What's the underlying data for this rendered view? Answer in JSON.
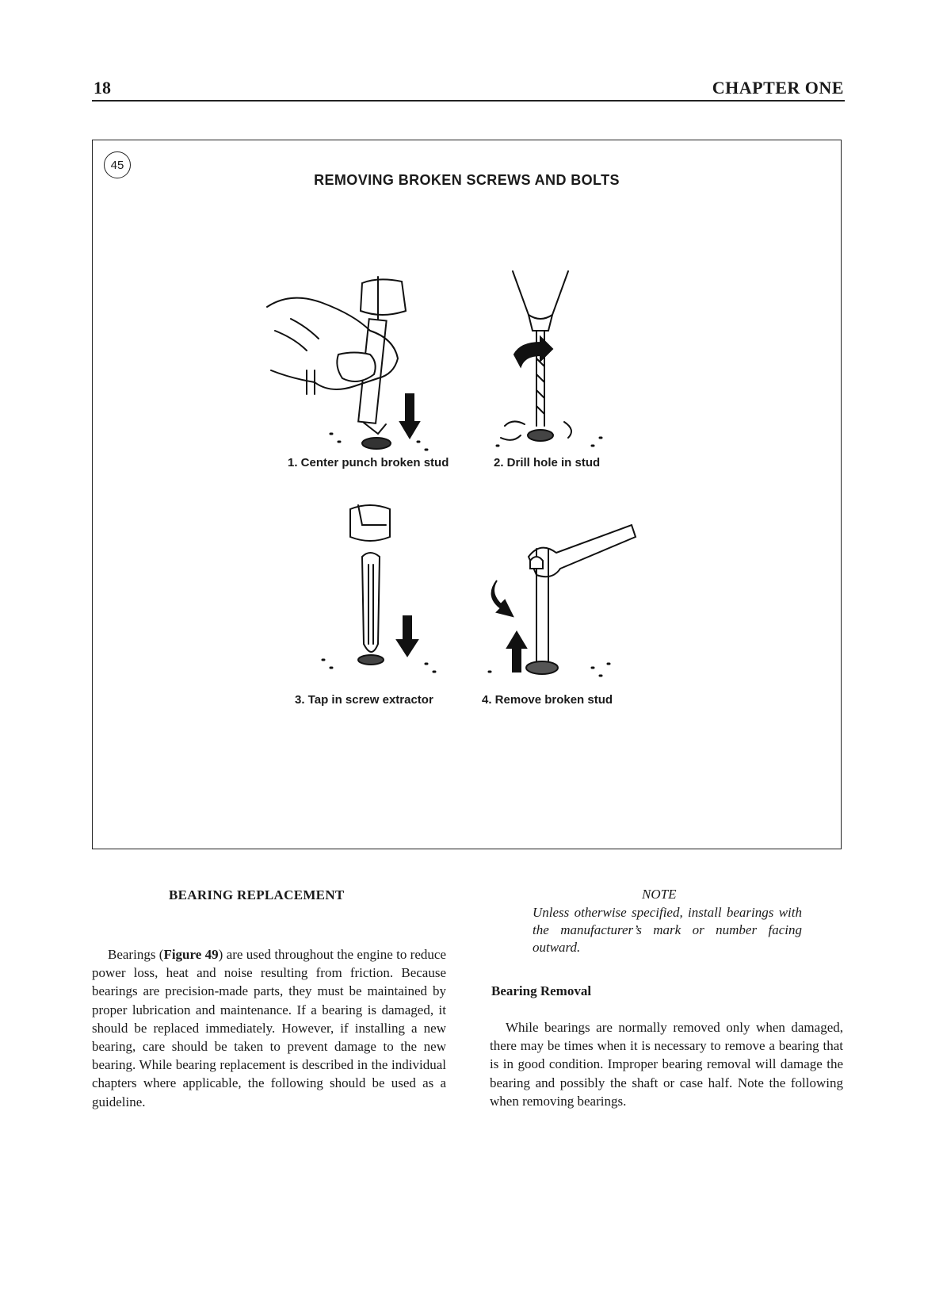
{
  "header": {
    "page_number": "18",
    "chapter_title": "CHAPTER ONE"
  },
  "figure": {
    "number": "45",
    "title": "REMOVING BROKEN SCREWS AND BOLTS",
    "steps": [
      {
        "caption": "1. Center punch broken stud",
        "icon": "center-punch-illustration"
      },
      {
        "caption": "2. Drill hole in stud",
        "icon": "drill-hole-illustration"
      },
      {
        "caption": "3. Tap in screw extractor",
        "icon": "tap-extractor-illustration"
      },
      {
        "caption": "4. Remove broken stud",
        "icon": "remove-stud-illustration"
      }
    ]
  },
  "left_column": {
    "heading": "BEARING REPLACEMENT",
    "paragraph": {
      "before": "Bearings (",
      "bold": "Figure 49",
      "after": ") are used throughout the engine to reduce power loss, heat and noise resulting from friction. Because bearings are precision-made parts, they must be maintained by proper lubrication and maintenance. If a bearing is damaged, it should be replaced immediately. However, if installing a new bearing, care should be taken to prevent damage to the new bearing. While bearing replacement is described in the individual chapters where applicable, the following should be used as a guideline."
    }
  },
  "right_column": {
    "note_label": "NOTE",
    "note_text": "Unless otherwise specified, install bearings with the manufacturer’s mark or number facing outward.",
    "subheading": "Bearing Removal",
    "paragraph": "While bearings are normally removed only when damaged, there may be times when it is necessary to remove a bearing that is in good condition. Improper bearing removal will damage the bearing and possibly the shaft or case half. Note the following when removing bearings."
  }
}
